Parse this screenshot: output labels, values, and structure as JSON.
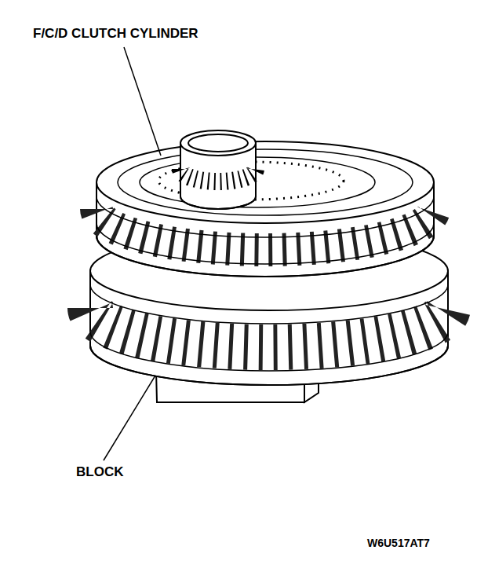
{
  "diagram": {
    "labels": [
      "F/C/D CLUTCH CYLINDER",
      "BLOCK",
      "W6U517AT7"
    ]
  }
}
